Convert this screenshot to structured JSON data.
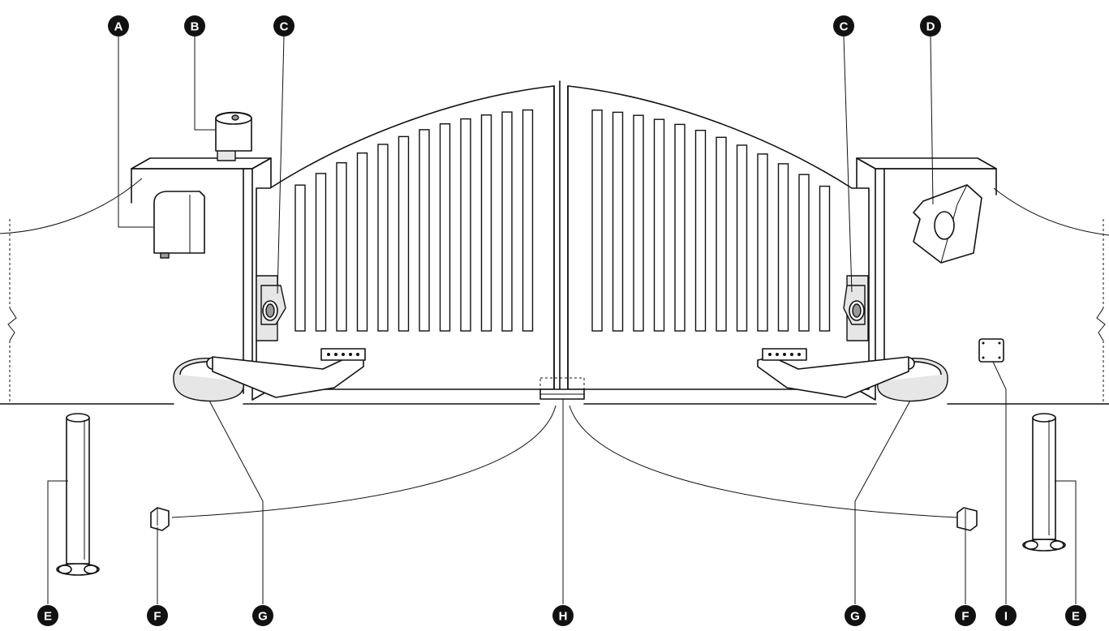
{
  "labels": {
    "a": "A",
    "b": "B",
    "c": "C",
    "d": "D",
    "e": "E",
    "f": "F",
    "g": "G",
    "h": "H",
    "i": "I"
  }
}
